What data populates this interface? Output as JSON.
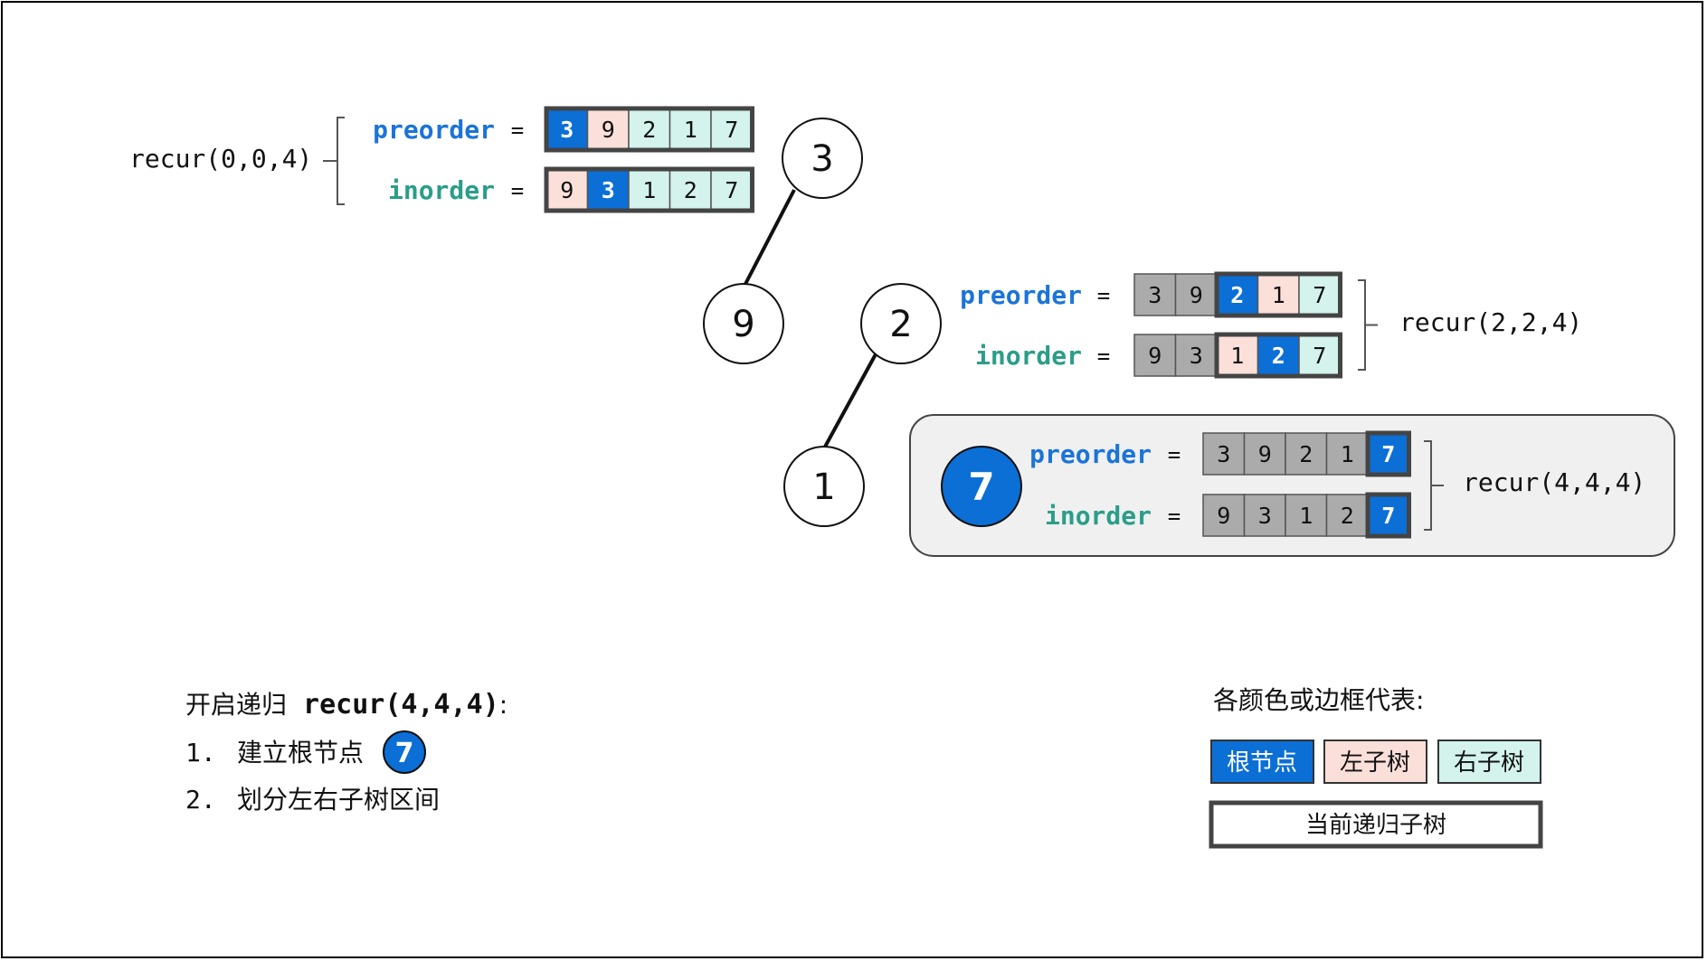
{
  "labels": {
    "preorder": "preorder",
    "inorder": "inorder",
    "equals": "="
  },
  "colors": {
    "root": "#0b6fd6",
    "left": "#fbe0da",
    "right": "#d3f3ec",
    "grey": "#ababab",
    "preorder_text": "#1b74d8",
    "inorder_text": "#2b9d8a",
    "panel": "#f0f0f0"
  },
  "recursion_calls": [
    {
      "label": "recur(0,0,4)",
      "preorder": [
        {
          "v": "3",
          "c": "root"
        },
        {
          "v": "9",
          "c": "left"
        },
        {
          "v": "2",
          "c": "right"
        },
        {
          "v": "1",
          "c": "right"
        },
        {
          "v": "7",
          "c": "right"
        }
      ],
      "inorder": [
        {
          "v": "9",
          "c": "left"
        },
        {
          "v": "3",
          "c": "root"
        },
        {
          "v": "1",
          "c": "right"
        },
        {
          "v": "2",
          "c": "right"
        },
        {
          "v": "7",
          "c": "right"
        }
      ]
    },
    {
      "label": "recur(2,2,4)",
      "preorder": [
        {
          "v": "3",
          "c": "grey"
        },
        {
          "v": "9",
          "c": "grey"
        },
        {
          "v": "2",
          "c": "root"
        },
        {
          "v": "1",
          "c": "left"
        },
        {
          "v": "7",
          "c": "right"
        }
      ],
      "inorder": [
        {
          "v": "9",
          "c": "grey"
        },
        {
          "v": "3",
          "c": "grey"
        },
        {
          "v": "1",
          "c": "left"
        },
        {
          "v": "2",
          "c": "root"
        },
        {
          "v": "7",
          "c": "right"
        }
      ]
    },
    {
      "label": "recur(4,4,4)",
      "preorder": [
        {
          "v": "3",
          "c": "grey"
        },
        {
          "v": "9",
          "c": "grey"
        },
        {
          "v": "2",
          "c": "grey"
        },
        {
          "v": "1",
          "c": "grey"
        },
        {
          "v": "7",
          "c": "root"
        }
      ],
      "inorder": [
        {
          "v": "9",
          "c": "grey"
        },
        {
          "v": "3",
          "c": "grey"
        },
        {
          "v": "1",
          "c": "grey"
        },
        {
          "v": "2",
          "c": "grey"
        },
        {
          "v": "7",
          "c": "root"
        }
      ]
    }
  ],
  "tree_nodes": [
    "3",
    "9",
    "2",
    "1",
    "7"
  ],
  "steps": {
    "title_prefix": "开启递归",
    "title_call": "recur(4,4,4)",
    "title_suffix": ":",
    "items": [
      {
        "num": "1.",
        "text": "建立根节点",
        "node": "7"
      },
      {
        "num": "2.",
        "text": "划分左右子树区间"
      }
    ]
  },
  "legend": {
    "title": "各颜色或边框代表:",
    "root": "根节点",
    "left": "左子树",
    "right": "右子树",
    "current": "当前递归子树"
  }
}
